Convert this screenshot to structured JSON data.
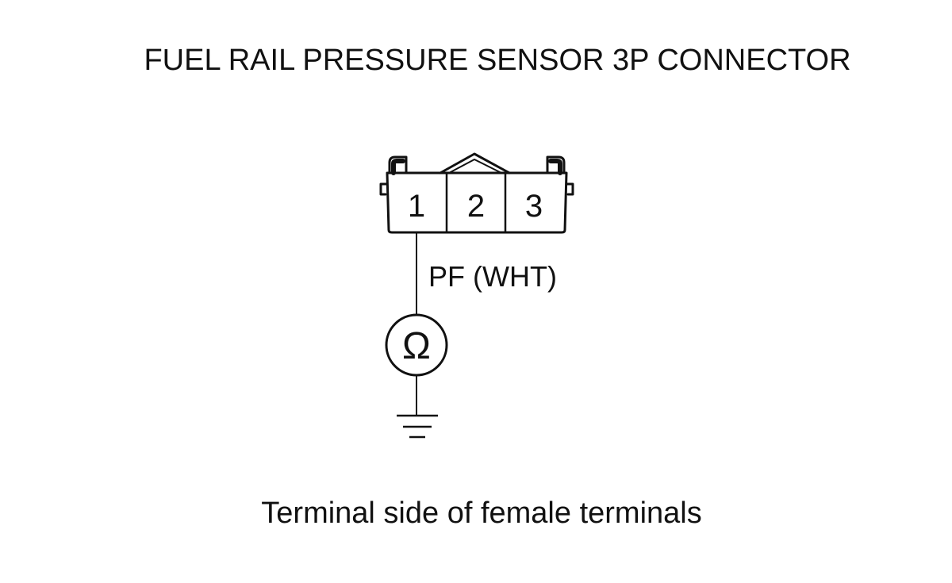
{
  "title": "FUEL RAIL PRESSURE SENSOR 3P CONNECTOR",
  "connector": {
    "terminals": [
      "1",
      "2",
      "3"
    ]
  },
  "wire": {
    "label": "PF (WHT)"
  },
  "meter": {
    "symbol": "Ω",
    "icon": "ohmmeter-icon"
  },
  "ground": {
    "icon": "ground-icon"
  },
  "caption": "Terminal side of female terminals",
  "colors": {
    "ink": "#111111",
    "background": "#ffffff"
  }
}
